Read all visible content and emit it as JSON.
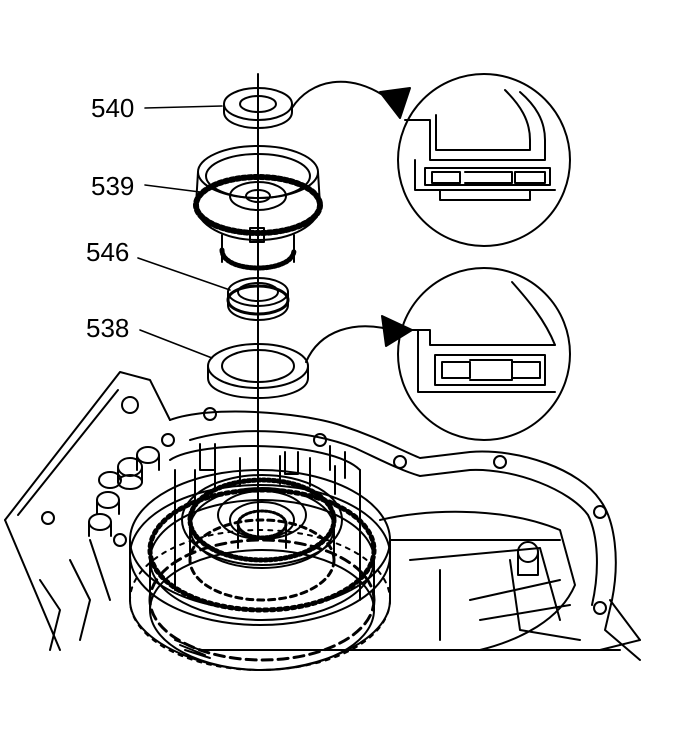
{
  "labels": {
    "part_540": "540",
    "part_539": "539",
    "part_546": "546",
    "part_538": "538"
  },
  "colors": {
    "ink": "#000000",
    "paper": "#ffffff"
  }
}
